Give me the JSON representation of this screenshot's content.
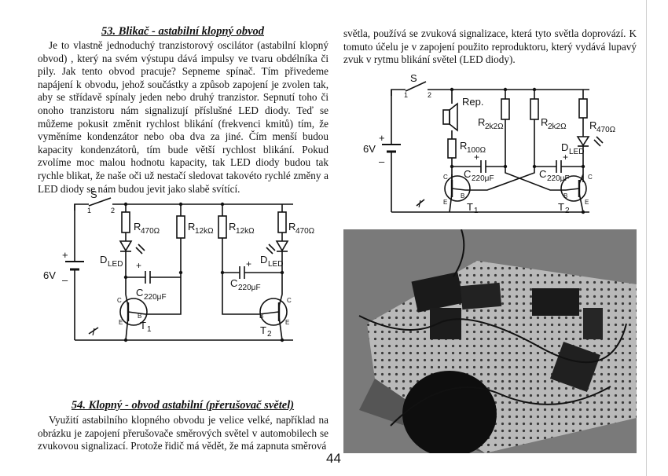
{
  "page_number": "44",
  "section53": {
    "title": "53. Blikač - astabilní klopný obvod",
    "paragraph": "Je to vlastně jednoduchý tranzistorový oscilátor (astabilní klopný obvod) , který na svém výstupu dává impulsy ve tvaru obdélníka či pily. Jak tento obvod pracuje? Sepneme spínač. Tím přivedeme napájení k obvodu, jehož součástky a způsob zapojení je zvolen tak, aby se střídavě spínaly jeden nebo druhý tranzistor. Sepnutí toho či onoho tranzistoru nám signalizují příslušné LED diody. Teď se můžeme pokusit změnit rychlost blikání (frekvenci kmitů) tím, že vyměníme kondenzátor nebo oba dva za jiné. Čím menší budou kapacity kondenzátorů, tím bude větší rychlost blikání. Pokud zvolíme moc malou hodnotu kapacity, tak LED diody budou tak rychle blikat, že naše oči už nestačí sledovat takovéto rychlé změny a LED diody se nám budou jevit jako slabě svítící."
  },
  "section54": {
    "title": "54. Klopný - obvod astabilní (přerušovač světel)",
    "paragraph": "Využití astabilního klopného obvodu je velice velké, například na obrázku je zapojení přerušovače směrových světel v automobilech se zvukovou signalizací. Protože řidič má vědět, že má zapnuta směrová"
  },
  "right_column_text": "světla, používá se zvuková signalizace, která tyto světla doprovází. K tomuto účelu je v zapojení použito reproduktoru, který vydává lupavý zvuk v rytmu blikání světel (LED diody).",
  "circuit1": {
    "switch": "S",
    "pin1": "1",
    "pin2": "2",
    "r1": "R",
    "r1_sub": "470Ω",
    "r2": "R",
    "r2_sub": "12kΩ",
    "r3": "R",
    "r3_sub": "12kΩ",
    "r4": "R",
    "r4_sub": "470Ω",
    "led1": "D",
    "led1_sub": "LED",
    "led2": "D",
    "led2_sub": "LED",
    "c1": "C",
    "c1_sub": "220μF",
    "c2": "C",
    "c2_sub": "220μF",
    "battery": "6V",
    "plus": "+",
    "minus": "–",
    "t1": "T",
    "t1_sub": "1",
    "t2": "T",
    "t2_sub": "2",
    "current": "I",
    "pin_c": "C",
    "pin_b": "B",
    "pin_e": "E"
  },
  "circuit2": {
    "switch": "S",
    "pin1": "1",
    "pin2": "2",
    "speaker": "Rep.",
    "r_spk": "R",
    "r_spk_sub": "100Ω",
    "r2": "R",
    "r2_sub": "2k2Ω",
    "r3": "R",
    "r3_sub": "2k2Ω",
    "r4": "R",
    "r4_sub": "470Ω",
    "led": "D",
    "led_sub": "LED",
    "c1": "C",
    "c1_sub": "220μF",
    "c2": "C",
    "c2_sub": "220μF",
    "battery": "6V",
    "plus": "+",
    "minus": "–",
    "t1": "T",
    "t1_sub": "1",
    "t2": "T",
    "t2_sub": "2",
    "current": "I",
    "pin_c": "C",
    "pin_b": "B",
    "pin_e": "E"
  }
}
